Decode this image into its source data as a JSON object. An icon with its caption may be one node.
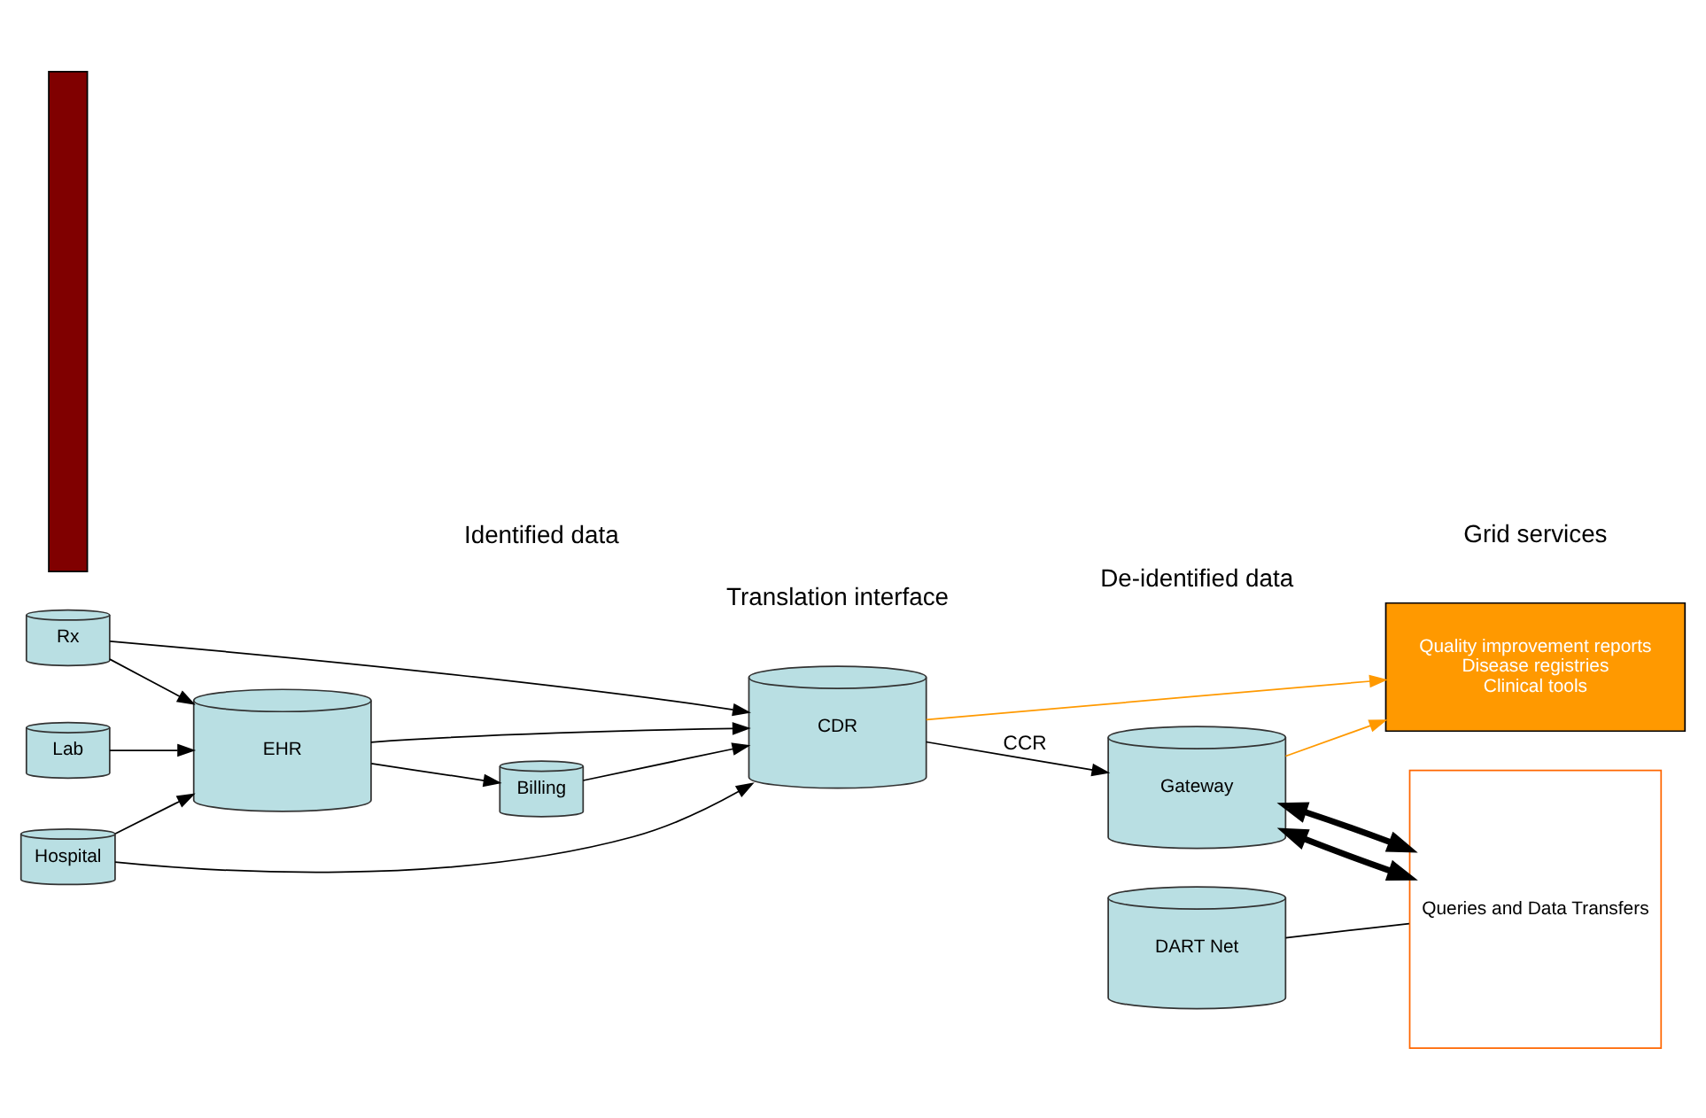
{
  "diagram": {
    "nodes": [
      {
        "text": [
          "Billing"
        ]
      },
      {
        "text": [
          "Rx"
        ]
      },
      {
        "text": [
          "Hospital"
        ]
      },
      {
        "text": [
          "Lab"
        ]
      },
      {
        "text": [
          "CDR"
        ]
      },
      {
        "text": [
          "EHR"
        ]
      },
      {
        "text": [
          "Gateway"
        ]
      },
      {
        "text": [
          "Quality improvement reports",
          "Disease registries",
          "Clinical tools"
        ]
      },
      {
        "text": [],
        "shape": "bar"
      },
      {
        "text": [
          "DART Net"
        ]
      },
      {
        "text": [
          "Queries and Data Transfers"
        ]
      }
    ],
    "edges": [
      {
        "from": 0,
        "to": 4,
        "arrow": "to"
      },
      {
        "from": 1,
        "to": 4,
        "arrow": "to"
      },
      {
        "from": 2,
        "to": 4,
        "arrow": "to"
      },
      {
        "from": 5,
        "to": 0,
        "arrow": "to"
      },
      {
        "from": 1,
        "to": 5,
        "arrow": "to"
      },
      {
        "from": 2,
        "to": 5,
        "arrow": "to"
      },
      {
        "from": 3,
        "to": 5,
        "arrow": "to"
      },
      {
        "from": 5,
        "to": 4,
        "arrow": "to"
      },
      {
        "from": 4,
        "to": 6,
        "arrow": "to",
        "label": "CCR"
      },
      {
        "from": 4,
        "to": 7,
        "arrow": "to",
        "color": "#ff9900"
      },
      {
        "from": 6,
        "to": 7,
        "arrow": "to",
        "color": "#ff9900"
      },
      {
        "from": 6,
        "to": 10,
        "arrow": "both",
        "style": "thick"
      },
      {
        "from": 6,
        "to": 10,
        "arrow": "both",
        "style": "thick"
      },
      {
        "from": 9,
        "to": 10,
        "arrow": "none"
      }
    ],
    "labels": [
      "Identified data",
      "De-identified data",
      "Translation interface",
      "Grid services"
    ]
  }
}
